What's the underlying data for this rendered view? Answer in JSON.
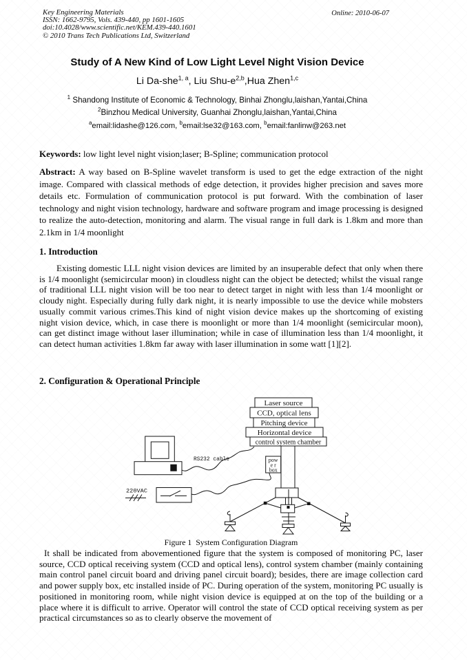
{
  "header": {
    "left_lines": [
      "Key Engineering Materials",
      "ISSN: 1662-9795, Vols. 439-440, pp 1601-1605",
      "doi:10.4028/www.scientific.net/KEM.439-440.1601",
      "© 2010 Trans Tech Publications Ltd, Switzerland"
    ],
    "online": "Online: 2010-06-07"
  },
  "title": "Study of A New Kind of Low Light Level Night Vision Device",
  "authors": {
    "name1": "Li Da-she",
    "sup1": "1, a",
    "sep1": ", ",
    "name2": "Liu Shu-e",
    "sup2": "2,b",
    "sep2": ",",
    "name3": "Hua Zhen",
    "sup3": "1,c"
  },
  "affiliations": {
    "aff1_sup": "1",
    "aff1_text": " Shandong Institute of Economic & Technology, Binhai Zhonglu,laishan,Yantai,China",
    "aff2_sup": "2",
    "aff2_text": "Binzhou Medical University, Guanhai Zhonglu,laishan,Yantai,China"
  },
  "emails": {
    "sup_a": "a",
    "text_a": "email:lidashe@126.com, ",
    "sup_b": "b",
    "text_b": "email:lse32@163.com, ",
    "sup_c": "b",
    "text_c": "email:fanlinw@263.net"
  },
  "keywords": {
    "label": "Keywords:",
    "text": " low light level night vision;laser; B-Spline; communication protocol"
  },
  "abstract": {
    "label": "Abstract:",
    "text": " A way based on B-Spline wavelet transform is used to get the edge extraction of the night image. Compared with classical methods of edge detection, it provides higher precision and saves more details etc. Formulation of communication protocol  is put forward. With the combination of laser technology and night vision technology, hardware and software program and image processing is designed to realize the auto-detection, monitoring and alarm. The visual range in full dark is 1.8km and more than 2.1km in 1/4 moonlight"
  },
  "sections": {
    "intro_heading": "1. Introduction",
    "intro_text": "Existing domestic LLL night vision devices are limited by an insuperable defect that only when there is 1/4 moonlight (semicircular moon) in cloudless night can the object be detected; whilst the visual range of traditional LLL night vision will be too near to detect target in night with less than 1/4 moonlight or cloudy night. Especially during fully dark night, it is nearly impossible to use the device while mobsters usually commit various crimes.This kind of night vision device makes up the shortcoming of existing night vision device, which, in case there is moonlight or more than 1/4 moonlight (semicircular moon), can get distinct image without laser illumination; while in case of illumination less than 1/4 moonlight, it can detect human activities 1.8km far away with laser illumination in some watt [1][2].",
    "config_heading": "2. Configuration & Operational Principle",
    "after_figure_text": "It shall be indicated from abovementioned figure that the system is composed of monitoring PC, laser source, CCD optical receiving system (CCD and optical lens), control system chamber (mainly containing main control panel circuit board and driving panel circuit board); besides, there are image collection card and power supply box, etc installed inside of PC. During operation of the system, monitoring PC usually is positioned in monitoring room, while night vision device is equipped at on the top of the building or a place where it is difficult to arrive. Operator will control the state of CCD optical receiving system as per practical circumstances so as to clearly observe the movement of"
  },
  "figure": {
    "stack_labels": [
      "Laser source",
      "CCD, optical lens",
      "Pitching device",
      "Horizontal device",
      "control system chamber"
    ],
    "power_box_lines": [
      "pow",
      "e r",
      "box"
    ],
    "rs232_label": "RS232 cable",
    "vac_label": "220VAC",
    "caption": "Figure 1  System Configuration Diagram"
  }
}
